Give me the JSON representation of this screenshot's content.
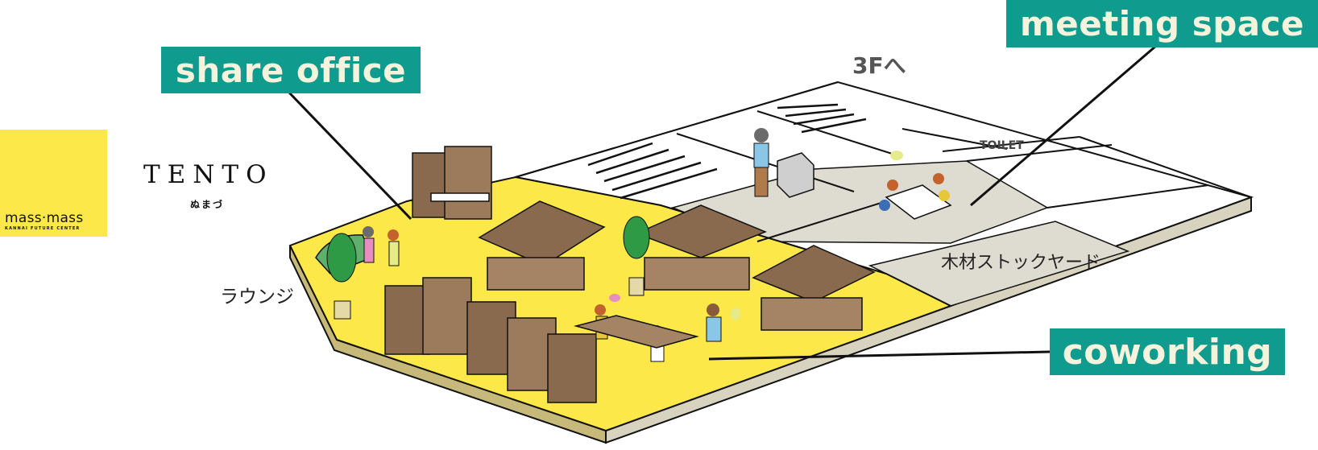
{
  "callouts": {
    "share_office": "share office",
    "meeting_space": "meeting space",
    "coworking": "coworking"
  },
  "brand": {
    "logo_text": "mass·mass",
    "logo_subtext": "KANNAI FUTURE CENTER",
    "tento": "TENTO",
    "tento_sub": "ぬまづ"
  },
  "areas": {
    "lounge": "ラウンジ",
    "to_3f": "3Fへ",
    "toilet": "TOILET",
    "stockyard": "木材ストックヤード"
  },
  "colors": {
    "callout_bg": "#0f9b8e",
    "callout_text": "#f6f3dd",
    "floor_yellow": "#fde84a",
    "floor_grey": "#dedbd0",
    "wood": "#8a6a4f",
    "plant": "#2e9a45"
  }
}
